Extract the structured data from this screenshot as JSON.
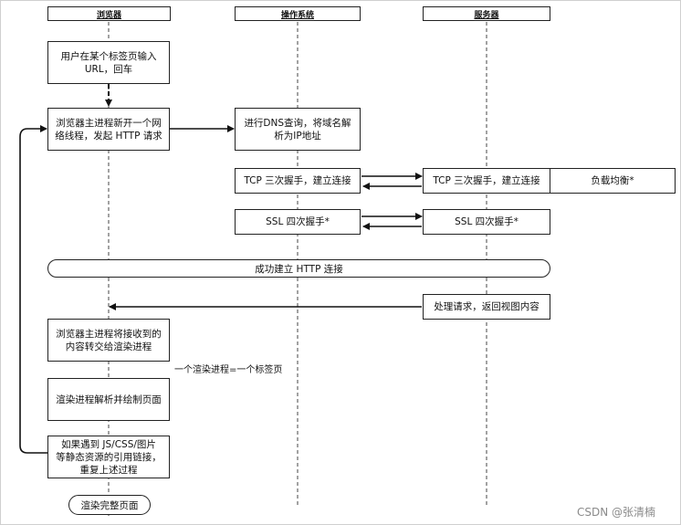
{
  "lanes": {
    "browser": "浏览器",
    "os": "操作系统",
    "server": "服务器"
  },
  "steps": {
    "input_url": "用户在某个标签页输入\nURL，回车",
    "new_thread": "浏览器主进程新开一个网\n络线程，发起 HTTP 请求",
    "dns": "进行DNS查询，将域名解\n析为IP地址",
    "tcp_client": "TCP 三次握手，建立连接",
    "tcp_server": "TCP 三次握手，建立连接",
    "load_balance": "负载均衡*",
    "ssl_client": "SSL 四次握手*",
    "ssl_server": "SSL 四次握手*",
    "connected": "成功建立 HTTP 连接",
    "handle_request": "处理请求，返回视图内容",
    "transfer_content": "浏览器主进程将接收到的\n内容转交给渲染进程",
    "renderer_note": "一个渲染进程=一个标签页",
    "render_page": "渲染进程解析并绘制页面",
    "static_resources": "如果遇到 JS/CSS/图片\n等静态资源的引用链接，\n重复上述过程",
    "render_done": "渲染完整页面"
  },
  "watermark": "CSDN @张清楠"
}
